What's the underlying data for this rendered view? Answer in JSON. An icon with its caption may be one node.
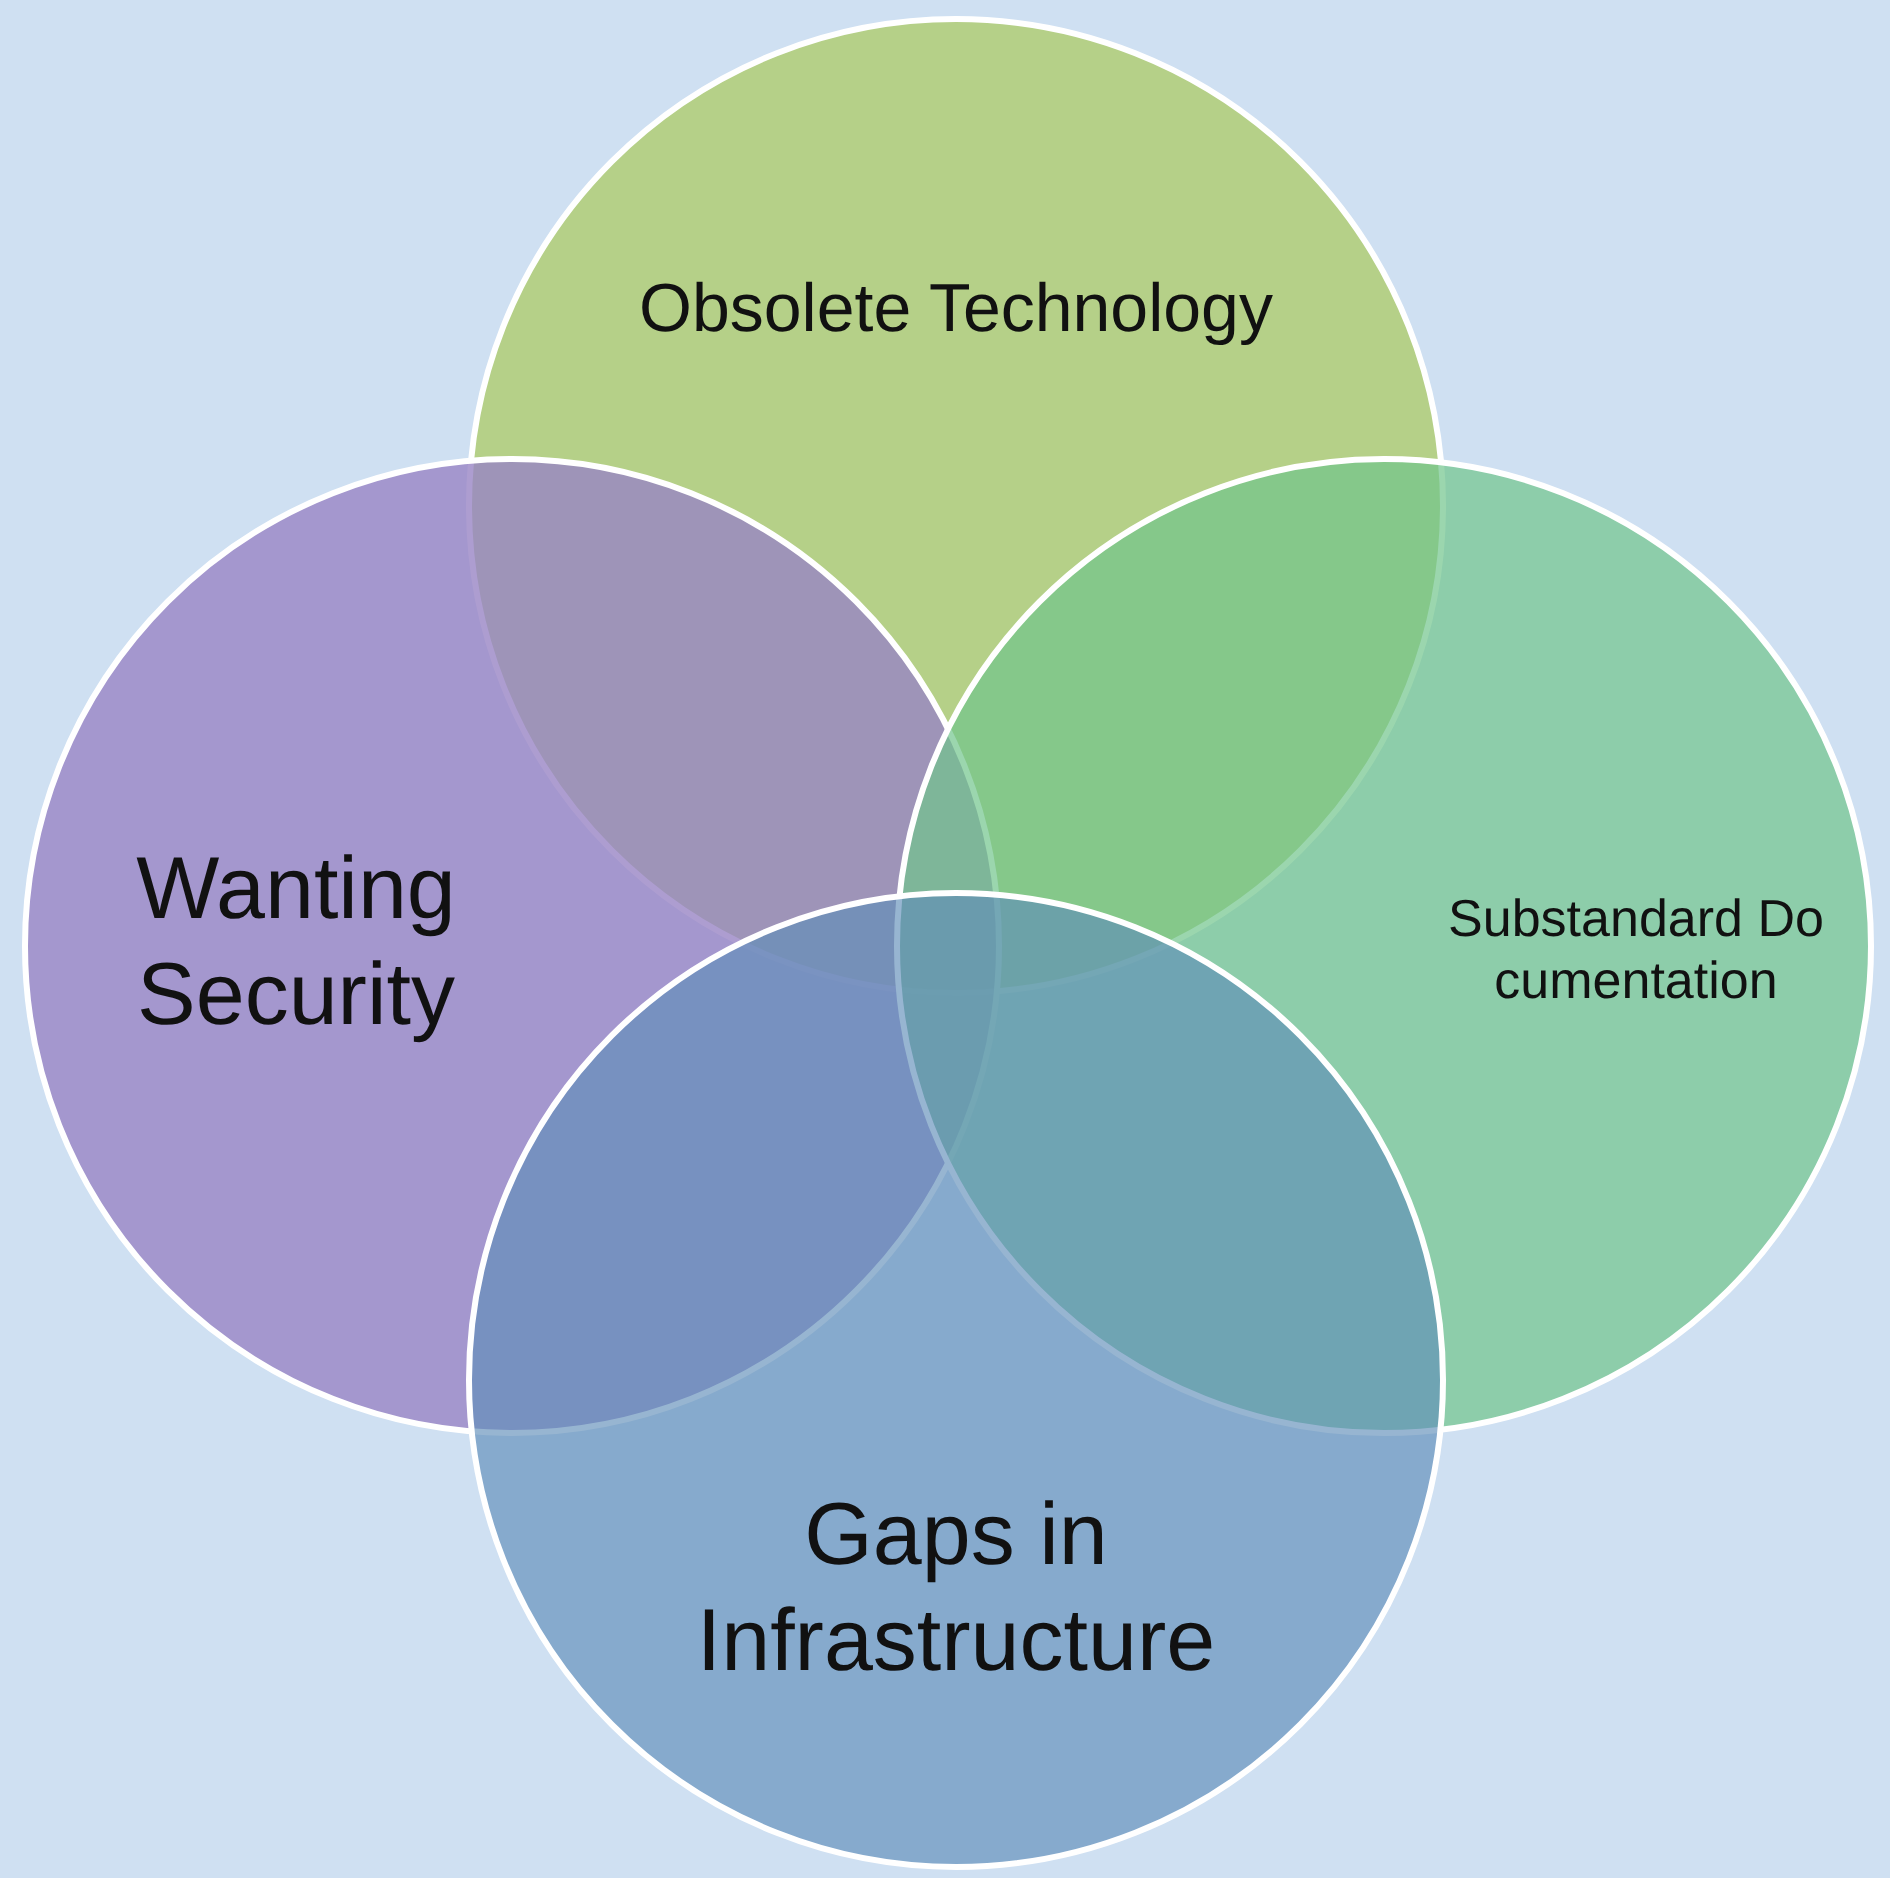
{
  "diagram": {
    "nodes": [
      {
        "text": [
          "Obsolete Technology"
        ]
      },
      {
        "text": [
          "Wanting Security"
        ]
      },
      {
        "text": [
          "Substandard Documentation"
        ]
      },
      {
        "text": [
          "Gaps in Infrastructure"
        ]
      }
    ]
  }
}
